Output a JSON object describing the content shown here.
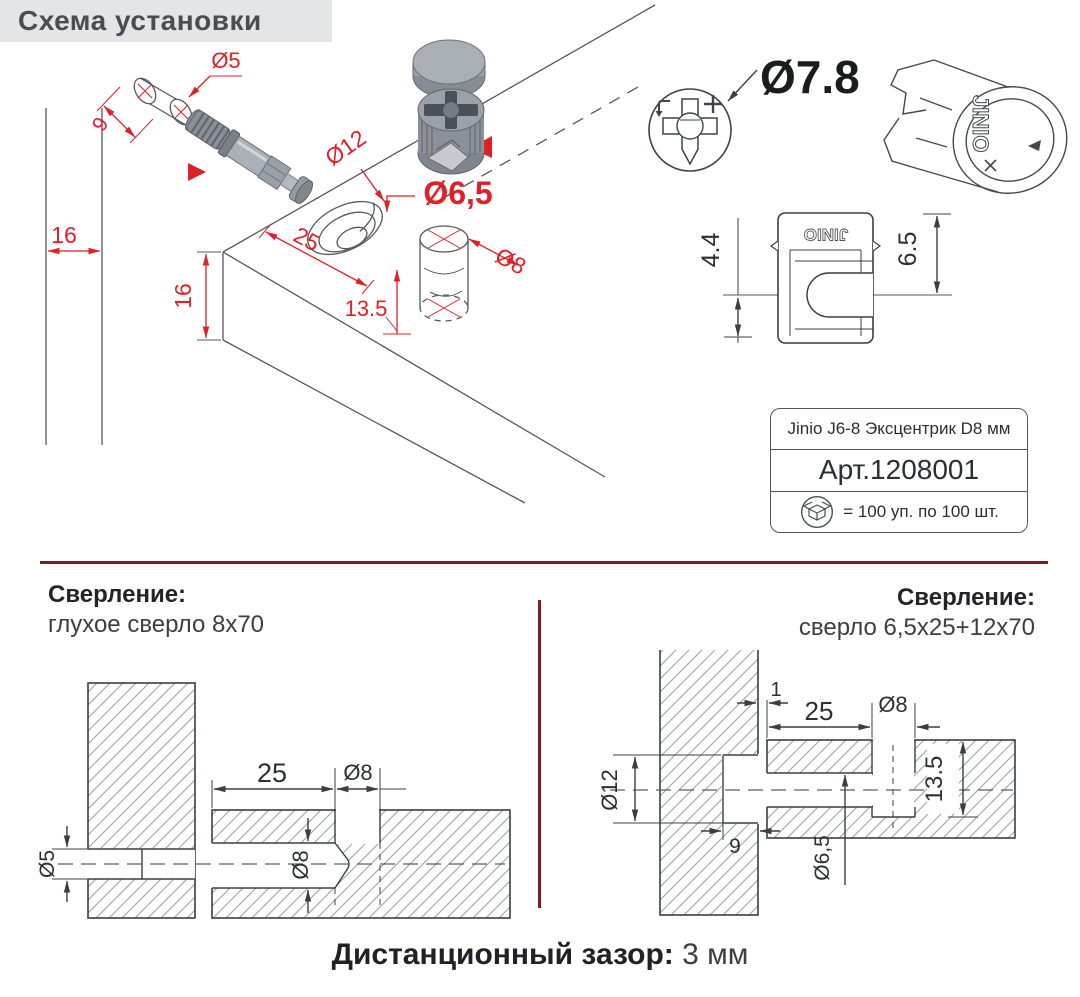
{
  "title": "Схема установки",
  "scheme": {
    "dims": {
      "d5": "Ø5",
      "depth9": "9",
      "t16_board": "16",
      "t16_panel": "16",
      "d12": "Ø12",
      "d65": "Ø6,5",
      "len25": "25",
      "len135": "13.5",
      "d8": "Ø8"
    },
    "cam_face_dim": "Ø7.8",
    "side_view": {
      "h44": "4.4",
      "h65": "6.5",
      "logo": "JINIO",
      "logo_iso": "JINIO"
    }
  },
  "info_box": {
    "product": "Jinio J6-8 Эксцентрик D8 мм",
    "article": "Арт.1208001",
    "packing": "= 100 уп. по 100 шт."
  },
  "drill_left": {
    "heading": "Сверление:",
    "subheading": "глухое сверло 8x70",
    "dims": {
      "d5": "Ø5",
      "len25": "25",
      "d8_top": "Ø8",
      "d8_side": "Ø8"
    }
  },
  "drill_right": {
    "heading": "Сверление:",
    "subheading": "сверло 6,5x25+12x70",
    "dims": {
      "gap1": "1",
      "len25": "25",
      "d8": "Ø8",
      "d12": "Ø12",
      "depth9": "9",
      "d65": "Ø6,5",
      "len135": "13.5"
    }
  },
  "footer": {
    "label": "Дистанционный зазор:",
    "value": "3 мм"
  },
  "colors": {
    "accent_red": "#df2026",
    "divider_red": "#7e1e23",
    "line_gray": "#55585c",
    "line_dark": "#3b3f43",
    "title_bg": "#e4e5e6",
    "title_fg": "#494d52"
  }
}
